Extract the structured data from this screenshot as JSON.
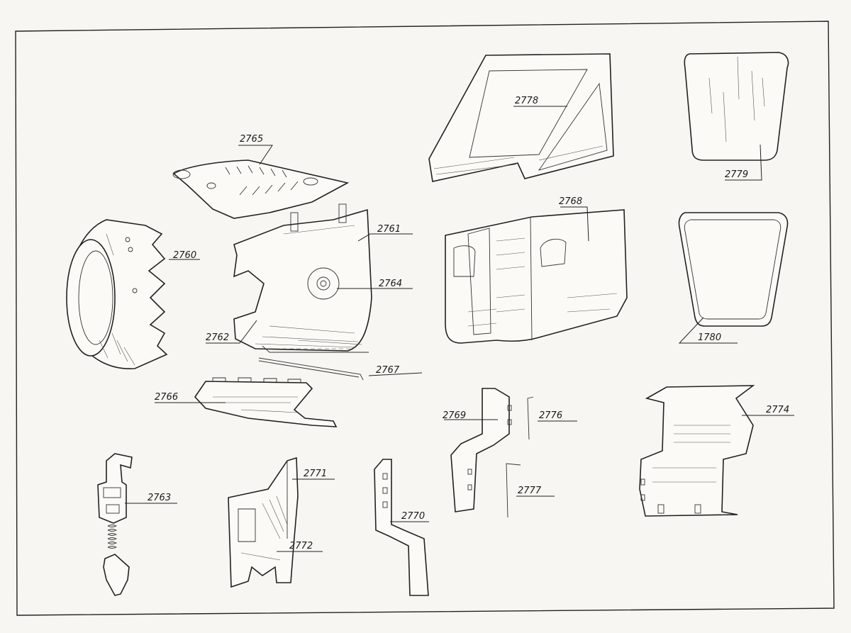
{
  "diagram": {
    "labels": {
      "p2760": "2760",
      "p2761": "2761",
      "p2762": "2762",
      "p2763": "2763",
      "p2764": "2764",
      "p2765": "2765",
      "p2766": "2766",
      "p2767": "2767",
      "p2768": "2768",
      "p2769": "2769",
      "p2770": "2770",
      "p2771": "2771",
      "p2772": "2772",
      "p2774": "2774",
      "p2776": "2776",
      "p2777": "2777",
      "p2778": "2778",
      "p2779": "2779",
      "p1780": "1780"
    }
  }
}
